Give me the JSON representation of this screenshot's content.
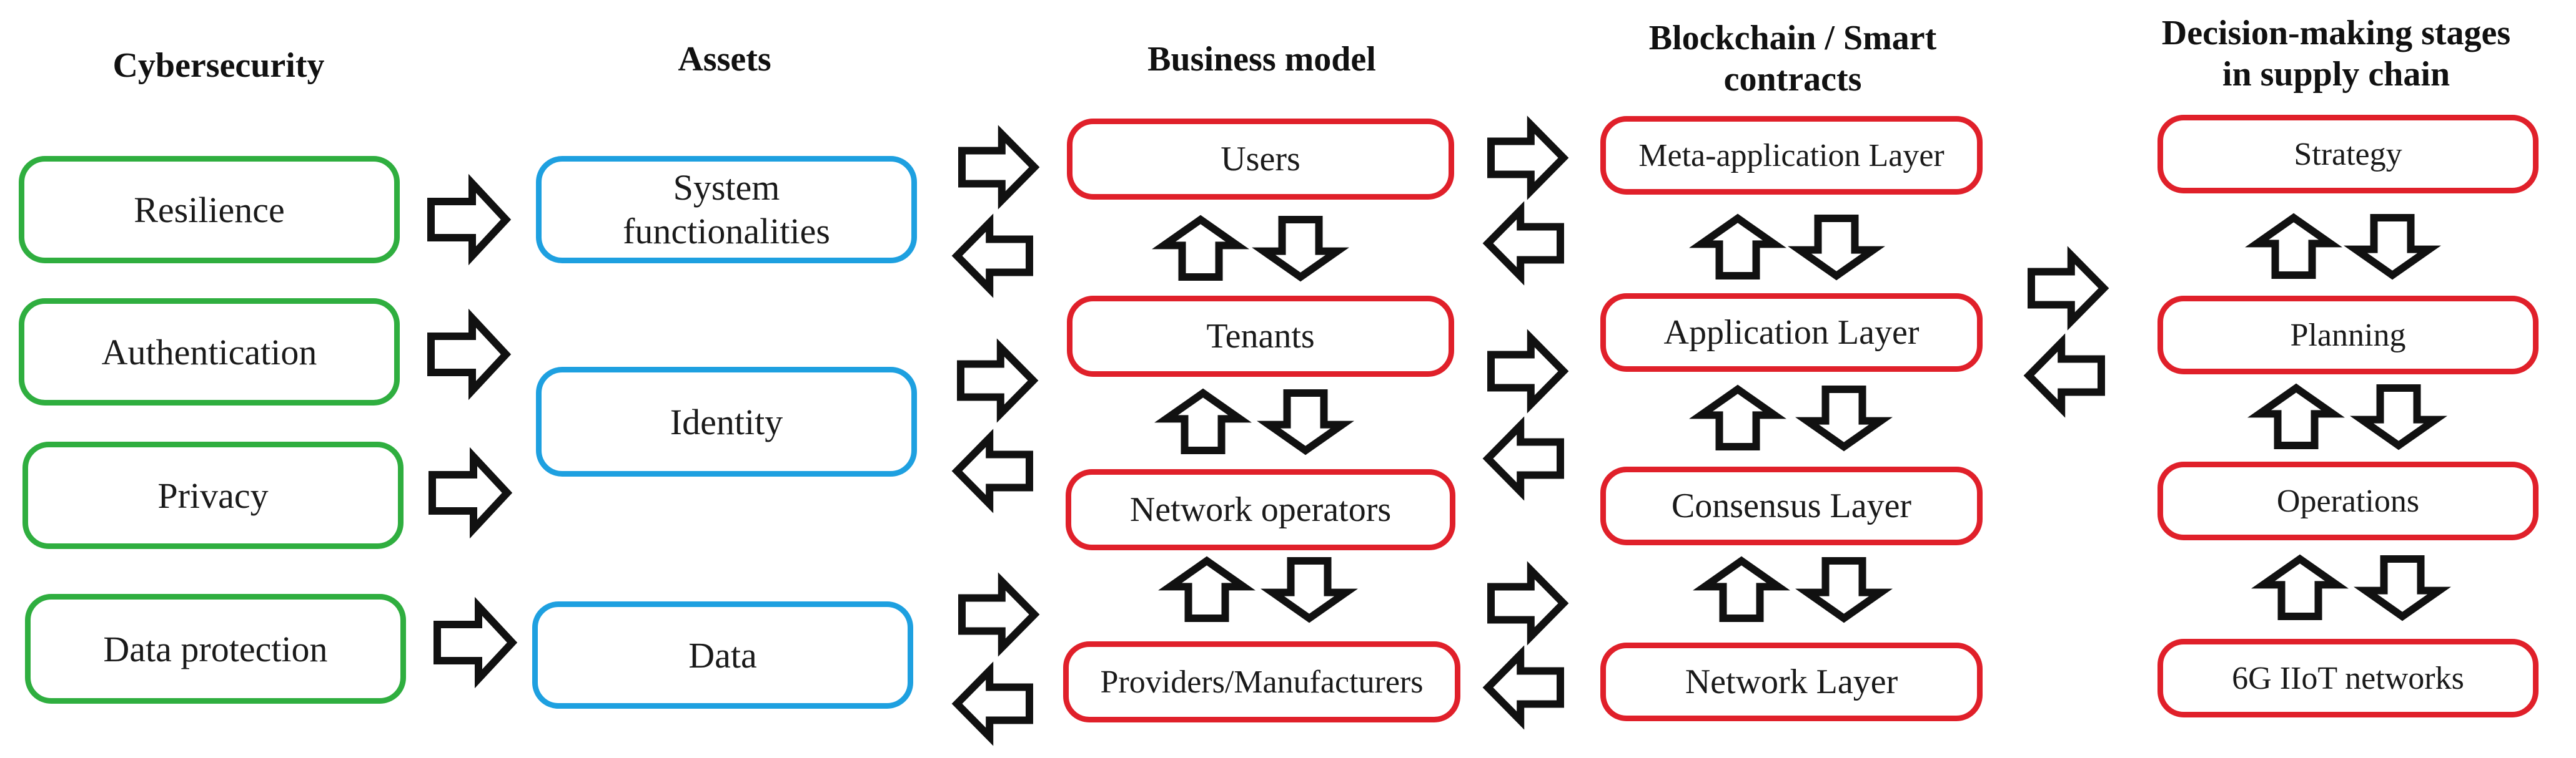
{
  "colors": {
    "cybersecurity": "#2fae3f",
    "assets": "#1ea0e0",
    "business": "#e0202a",
    "arrow_stroke": "#111111"
  },
  "headers": {
    "cybersecurity": "Cybersecurity",
    "assets": "Assets",
    "business_model": "Business model",
    "blockchain_line1": "Blockchain / Smart",
    "blockchain_line2": "contracts",
    "decision_line1": "Decision-making stages",
    "decision_line2": "in supply chain"
  },
  "cybersecurity": [
    "Resilience",
    "Authentication",
    "Privacy",
    "Data protection"
  ],
  "assets": {
    "system_line1": "System",
    "system_line2": "functionalities",
    "identity": "Identity",
    "data": "Data"
  },
  "business_model": [
    "Users",
    "Tenants",
    "Network operators",
    "Providers/Manufacturers"
  ],
  "blockchain": [
    "Meta-application Layer",
    "Application Layer",
    "Consensus Layer",
    "Network Layer"
  ],
  "decision": [
    "Strategy",
    "Planning",
    "Operations",
    "6G IIoT networks"
  ],
  "icons": {
    "arrow_right": "block-arrow-right-icon",
    "arrow_left": "block-arrow-left-icon",
    "arrow_up": "block-arrow-up-icon",
    "arrow_down": "block-arrow-down-icon"
  }
}
